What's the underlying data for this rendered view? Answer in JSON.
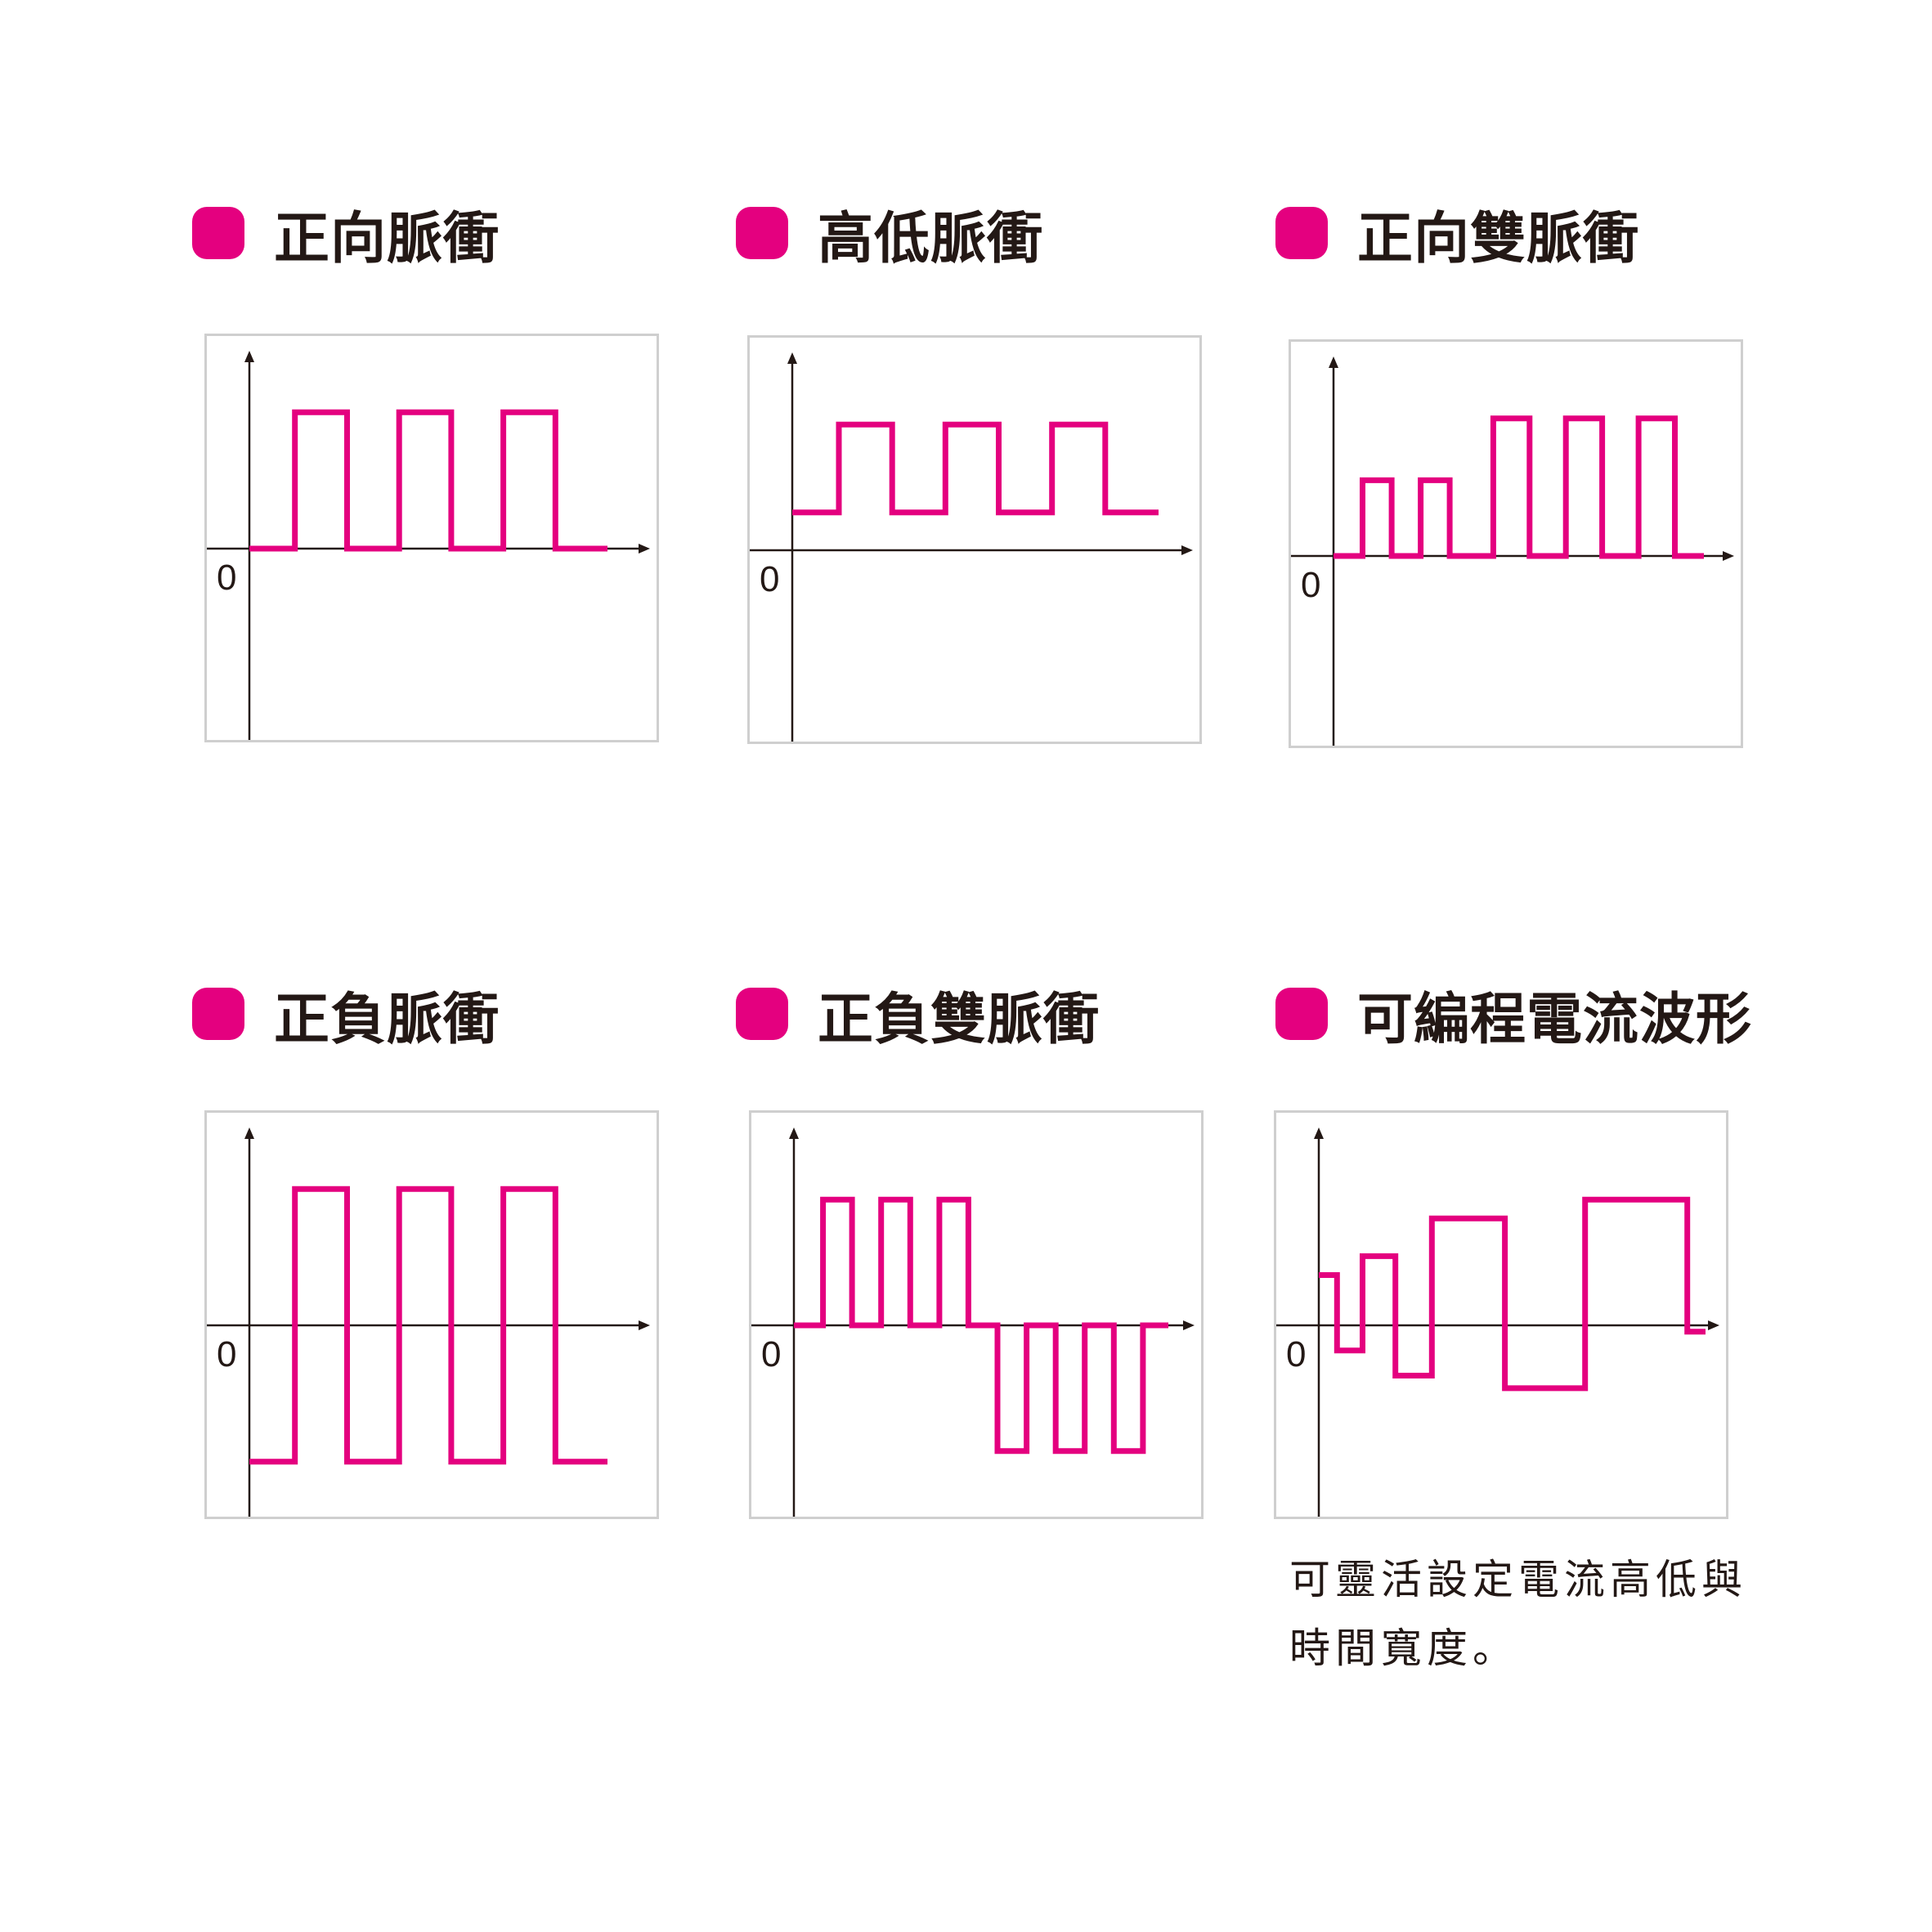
{
  "colors": {
    "accent": "#e4007f",
    "axis": "#231815",
    "border": "#cfcfcf"
  },
  "bullet_icon": "rounded-square-bullet",
  "panels": [
    {
      "title": "正向脈衝",
      "zero_label": "0",
      "waveform": {
        "type": "step",
        "levels": [
          0,
          1,
          0,
          1,
          0,
          1,
          0
        ],
        "widths": [
          0.7,
          0.8,
          0.8,
          0.8,
          0.8,
          0.8,
          0.8
        ],
        "range": [
          -1.4,
          1.2
        ]
      }
    },
    {
      "title": "高低脈衝",
      "zero_label": "0",
      "waveform": {
        "type": "step",
        "levels": [
          0.3,
          1,
          0.3,
          1,
          0.3,
          1,
          0.3
        ],
        "widths": [
          0.7,
          0.8,
          0.8,
          0.8,
          0.8,
          0.8,
          0.8
        ],
        "range": [
          -1.4,
          1.3
        ]
      }
    },
    {
      "title": "正向雙脈衝",
      "zero_label": "0",
      "waveform": {
        "type": "step",
        "levels": [
          0,
          0.55,
          0,
          0.55,
          0,
          1,
          0,
          1,
          0,
          1,
          0
        ],
        "widths": [
          0.4,
          0.4,
          0.4,
          0.4,
          0.6,
          0.5,
          0.5,
          0.5,
          0.5,
          0.5,
          0.4
        ],
        "range": [
          -1.3,
          1.2
        ]
      }
    },
    {
      "title": "正負脈衝",
      "zero_label": "0",
      "waveform": {
        "type": "step",
        "levels": [
          -1,
          1,
          -1,
          1,
          -1,
          1,
          -1
        ],
        "widths": [
          0.7,
          0.8,
          0.8,
          0.8,
          0.8,
          0.8,
          0.8
        ],
        "range": [
          -1.4,
          1.2
        ]
      }
    },
    {
      "title": "正負雙脈衝",
      "zero_label": "0",
      "waveform": {
        "type": "step",
        "levels": [
          0,
          1,
          0,
          1,
          0,
          1,
          0,
          -1,
          0,
          -1,
          0,
          -1,
          0
        ],
        "widths": [
          0.4,
          0.4,
          0.4,
          0.4,
          0.4,
          0.4,
          0.4,
          0.4,
          0.4,
          0.4,
          0.4,
          0.4,
          0.35
        ],
        "range": [
          -1.4,
          1.3
        ]
      }
    },
    {
      "title": "可編程電流波形",
      "zero_label": "0",
      "waveform": {
        "type": "step",
        "levels": [
          0.4,
          -0.2,
          0.55,
          -0.4,
          0.85,
          -0.5,
          1,
          -0.05
        ],
        "widths": [
          0.25,
          0.35,
          0.45,
          0.5,
          1.0,
          1.1,
          1.4,
          0.25
        ],
        "range": [
          -1.4,
          1.3
        ]
      }
    }
  ],
  "note_lines": [
    "可靈活設定電流高低與",
    "時間寬度。"
  ]
}
